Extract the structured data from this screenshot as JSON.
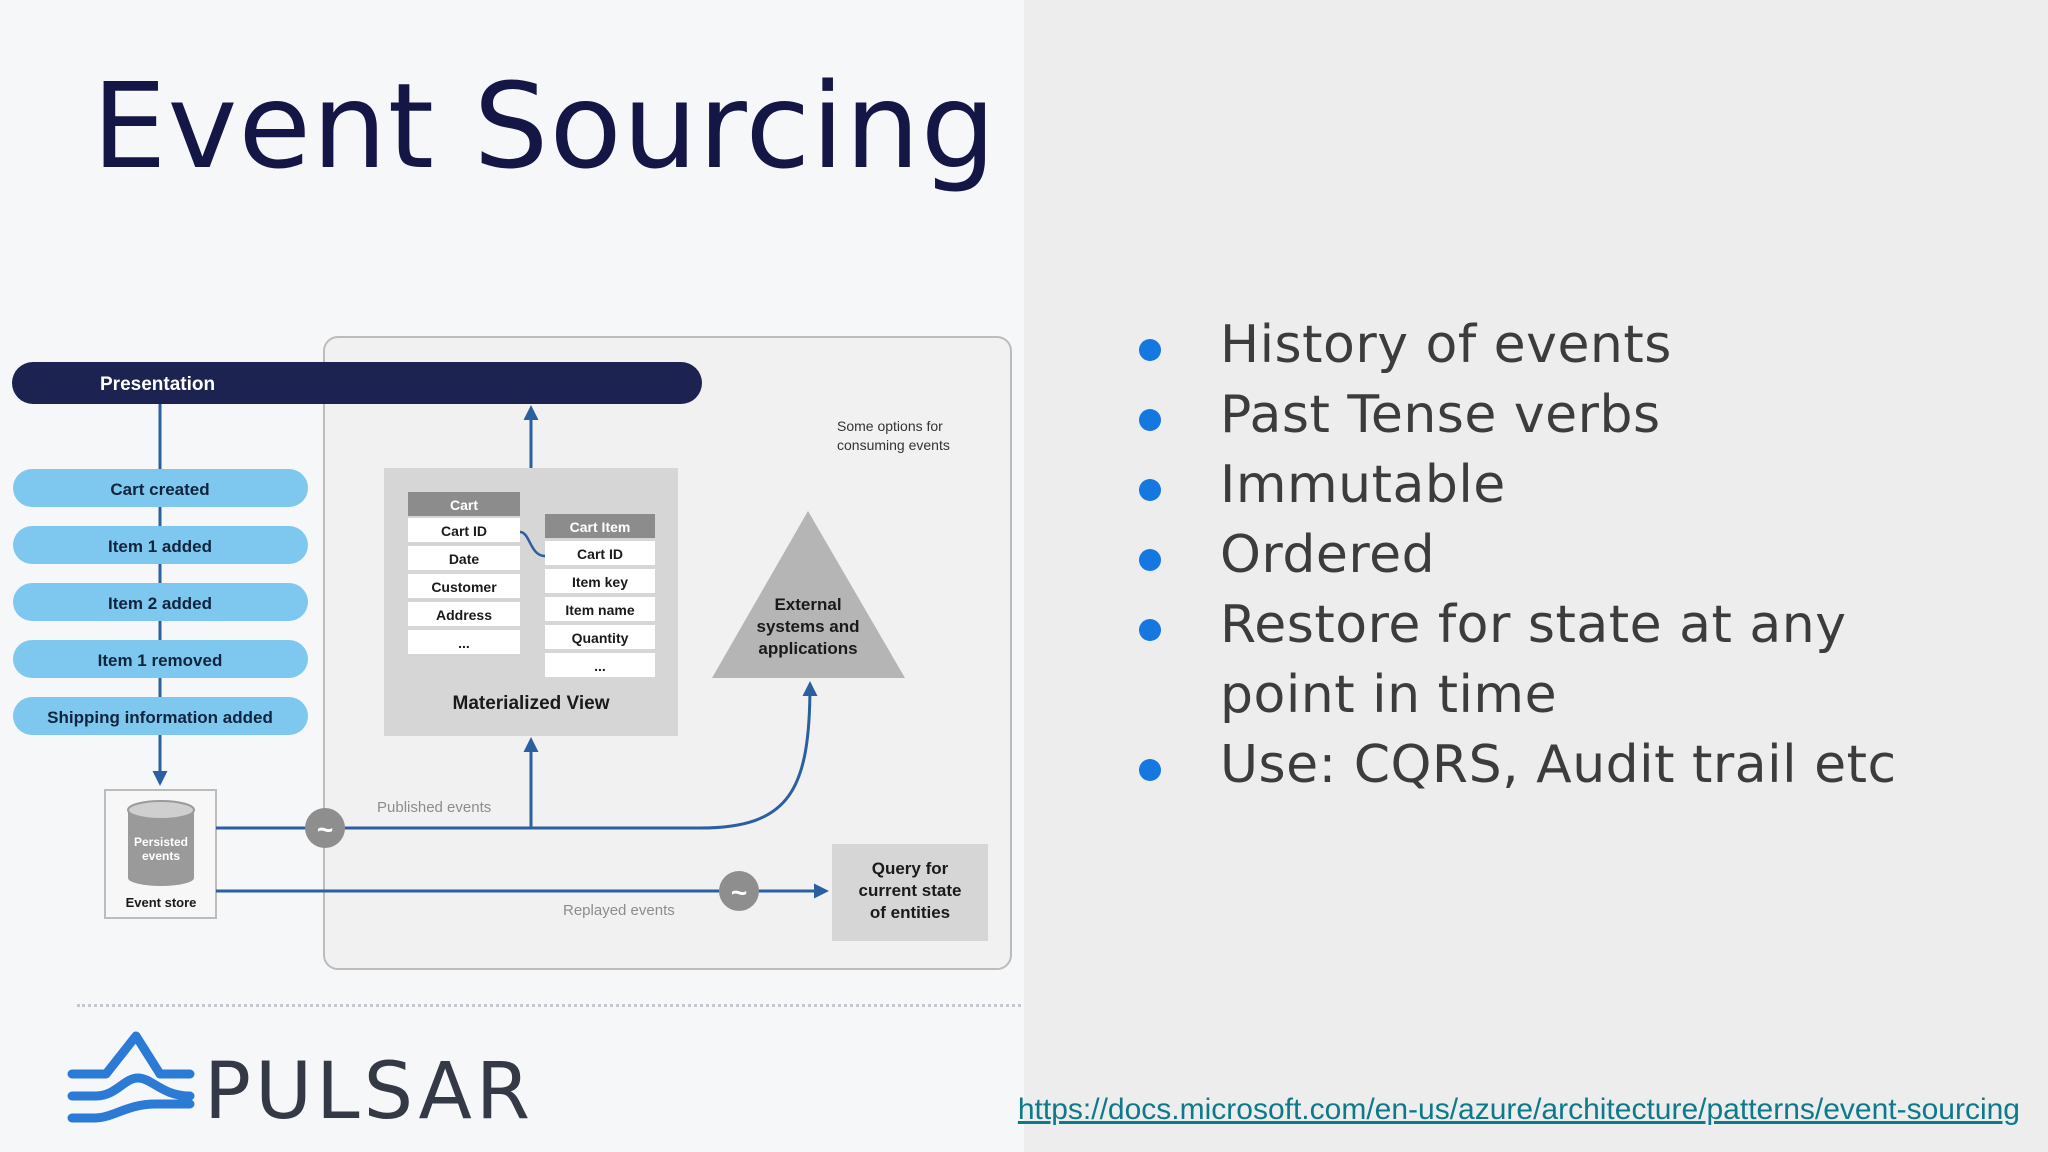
{
  "slide": {
    "title": "Event Sourcing",
    "bullets": [
      "History of events",
      "Past Tense verbs",
      "Immutable",
      "Ordered",
      "Restore for state at any point in time",
      "Use: CQRS, Audit trail etc"
    ],
    "reference_link": "https://docs.microsoft.com/en-us/azure/architecture/patterns/event-sourcing",
    "logo_text": "PULSAR"
  },
  "diagram": {
    "presentation_label": "Presentation",
    "events": [
      "Cart created",
      "Item 1 added",
      "Item 2 added",
      "Item 1 removed",
      "Shipping information added"
    ],
    "store": {
      "cylinder_label_1": "Persisted",
      "cylinder_label_2": "events",
      "label": "Event store"
    },
    "options_note_1": "Some options for",
    "options_note_2": "consuming events",
    "cart_table": {
      "header": "Cart",
      "rows": [
        "Cart ID",
        "Date",
        "Customer",
        "Address",
        "..."
      ]
    },
    "cart_item_table": {
      "header": "Cart Item",
      "rows": [
        "Cart ID",
        "Item key",
        "Item name",
        "Quantity",
        "..."
      ]
    },
    "materialized_view_label": "Materialized View",
    "external_line_1": "External",
    "external_line_2": "systems and",
    "external_line_3": "applications",
    "published_events_label": "Published events",
    "replayed_events_label": "Replayed events",
    "query_line_1": "Query for",
    "query_line_2": "current state",
    "query_line_3": "of entities",
    "tilde": "~"
  },
  "colors": {
    "title": "#141645",
    "bullet_dot": "#1577e0",
    "presentation_bar": "#1d2350",
    "event_pill": "#7ec8ef",
    "arrow": "#2b5fa0",
    "panel_gray": "#d6d6d6",
    "table_header": "#8c8c8c",
    "link": "#0d7a8c",
    "logo_blue": "#2a7ad6",
    "logo_text": "#343a45"
  }
}
